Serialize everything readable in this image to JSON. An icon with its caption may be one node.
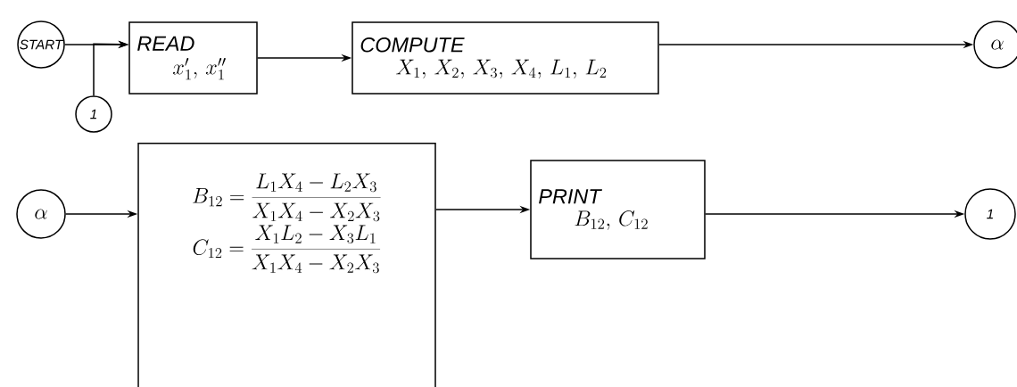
{
  "diagram": {
    "nodes": [
      {
        "text": [
          "START"
        ]
      },
      {
        "text": [
          "READ",
          "x'_1 ,\\ x''_1"
        ]
      },
      {
        "text": [
          "COMPUTE",
          "X_1 ,\\ X_2 ,\\ X_3 ,\\ X_4 ,\\ L_1 ,\\ L_2"
        ]
      },
      {
        "text": [
          "\\alpha"
        ]
      },
      {
        "text": [
          "1"
        ]
      },
      {
        "text": [
          "\\alpha"
        ]
      },
      {
        "text": [
          "B_{12} = \\frac{L_1 X_4 - L_2 X_3}{X_1 X_4 - X_2 X_3}",
          "C_{12} = \\frac{X_1 L_2 - X_3 L_1}{X_1 X_4 - X_2 X_3}"
        ]
      },
      {
        "text": [
          "PRINT",
          "B_{12} ,\\ C_{12}"
        ]
      },
      {
        "text": [
          "1"
        ]
      }
    ],
    "edges": [
      {
        "from": 0,
        "to": 1,
        "arrow": "to"
      },
      {
        "from": 4,
        "to": 1,
        "arrow": "to"
      },
      {
        "from": 1,
        "to": 2,
        "arrow": "to"
      },
      {
        "from": 2,
        "to": 3,
        "arrow": "to"
      },
      {
        "from": 5,
        "to": 6,
        "arrow": "to"
      },
      {
        "from": 6,
        "to": 7,
        "arrow": "to"
      },
      {
        "from": 7,
        "to": 8,
        "arrow": "to"
      }
    ]
  }
}
